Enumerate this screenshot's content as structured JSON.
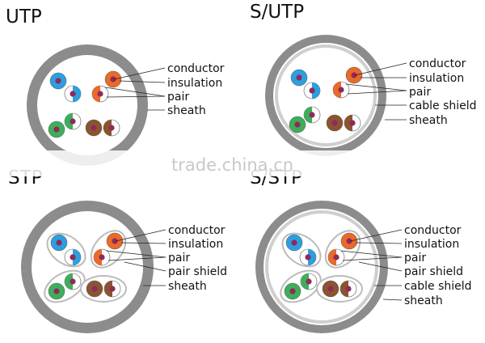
{
  "titles": {
    "utp": "UTP",
    "sutp": "S/UTP",
    "stp": "STP",
    "sstp": "S/STP"
  },
  "labels": {
    "conductor": "conductor",
    "insulation": "insulation",
    "pair": "pair",
    "pair_shield": "pair shield",
    "cable_shield": "cable shield",
    "sheath": "sheath"
  },
  "watermark": "trade.china.cn",
  "colors": {
    "sheath": "#8c8c8c",
    "sheath_inner": "#ffffff",
    "cable_shield": "#cfcfcf",
    "conductor": "#8e2b5b",
    "blue": "#2d9fde",
    "orange": "#ea6a2a",
    "green": "#3fae5a",
    "brown": "#8a5430",
    "wire_white": "#ffffff",
    "outline": "#555555"
  }
}
